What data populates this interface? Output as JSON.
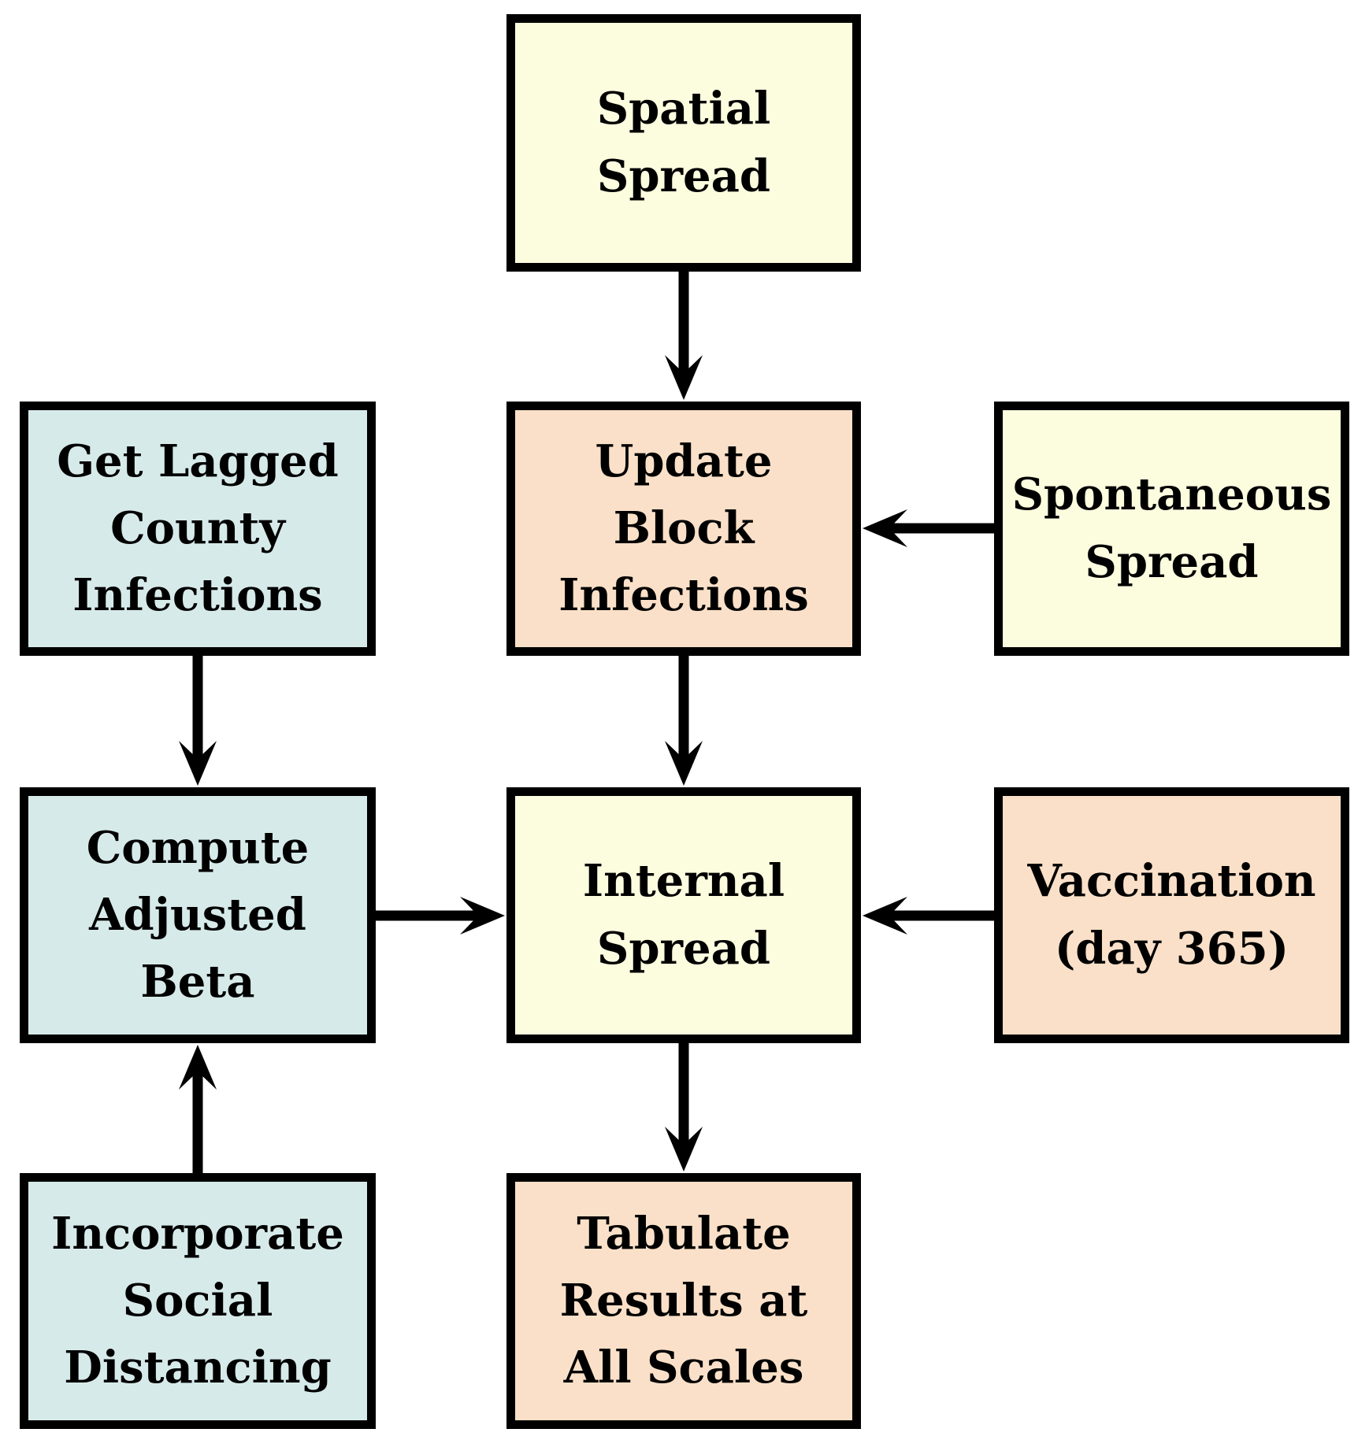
{
  "figure": {
    "type": "flowchart",
    "background_color": "#FFFFFF",
    "border_color": "#000000",
    "arrow_color": "#000000",
    "text_color": "#000000"
  },
  "palette": {
    "pale_yellow": "#FCFCDF",
    "pale_peach": "#FAE0C8",
    "pale_blue": "#D7EAEA"
  },
  "boxes": [
    {
      "id": "spatial-spread",
      "lines": [
        "Spatial",
        "Spread"
      ],
      "label": "Spatial Spread",
      "color": "#FCFCDF"
    },
    {
      "id": "get-lagged-county-infections",
      "lines": [
        "Get Lagged",
        "County",
        "Infections"
      ],
      "label": "Get Lagged County Infections",
      "color": "#D7EAEA"
    },
    {
      "id": "update-block-infections",
      "lines": [
        "Update",
        "Block",
        "Infections"
      ],
      "label": "Update Block Infections",
      "color": "#FAE0C8"
    },
    {
      "id": "spontaneous-spread",
      "lines": [
        "Spontaneous",
        "Spread"
      ],
      "label": "Spontaneous Spread",
      "color": "#FCFCDF"
    },
    {
      "id": "compute-adjusted-beta",
      "lines": [
        "Compute",
        "Adjusted",
        "Beta"
      ],
      "label": "Compute Adjusted Beta",
      "color": "#D7EAEA"
    },
    {
      "id": "internal-spread",
      "lines": [
        "Internal",
        "Spread"
      ],
      "label": "Internal Spread",
      "color": "#FCFCDF"
    },
    {
      "id": "vaccination-day-365",
      "lines": [
        "Vaccination",
        "(day 365)"
      ],
      "label": "Vaccination (day 365)",
      "color": "#FAE0C8"
    },
    {
      "id": "incorporate-social-distancing",
      "lines": [
        "Incorporate",
        "Social",
        "Distancing"
      ],
      "label": "Incorporate Social Distancing",
      "color": "#D7EAEA"
    },
    {
      "id": "tabulate-results-all-scales",
      "lines": [
        "Tabulate",
        "Results at",
        "All Scales"
      ],
      "label": "Tabulate Results at All Scales",
      "color": "#FAE0C8"
    }
  ],
  "arrows": [
    {
      "from": "spatial-spread",
      "to": "update-block-infections",
      "direction": "down"
    },
    {
      "from": "spontaneous-spread",
      "to": "update-block-infections",
      "direction": "left"
    },
    {
      "from": "update-block-infections",
      "to": "internal-spread",
      "direction": "down"
    },
    {
      "from": "get-lagged-county-infections",
      "to": "compute-adjusted-beta",
      "direction": "down"
    },
    {
      "from": "incorporate-social-distancing",
      "to": "compute-adjusted-beta",
      "direction": "up"
    },
    {
      "from": "compute-adjusted-beta",
      "to": "internal-spread",
      "direction": "right"
    },
    {
      "from": "vaccination-day-365",
      "to": "internal-spread",
      "direction": "left"
    },
    {
      "from": "internal-spread",
      "to": "tabulate-results-all-scales",
      "direction": "down"
    }
  ]
}
